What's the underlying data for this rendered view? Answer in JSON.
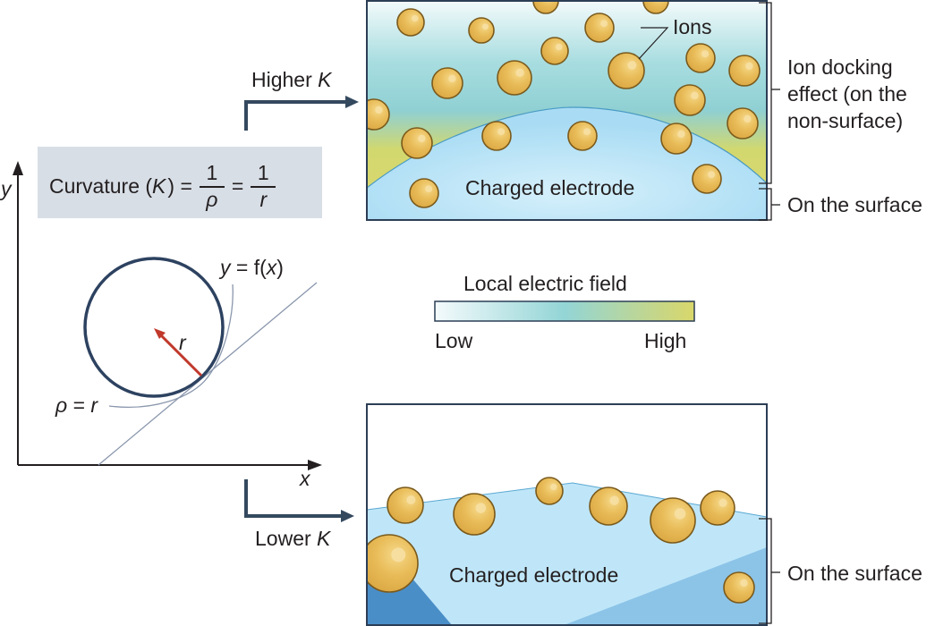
{
  "formula": {
    "prefix": "Curvature (",
    "symbol": "K",
    "suffix": ") =",
    "frac1": {
      "num": "1",
      "den": "ρ"
    },
    "equals": "=",
    "frac2": {
      "num": "1",
      "den": "r"
    }
  },
  "axes": {
    "x_label": "x",
    "y_label": "y"
  },
  "geometry": {
    "curve_label": "y = f(x)",
    "radius_label": "r",
    "rho_label": "ρ = r"
  },
  "arrows": {
    "higher": {
      "word": "Higher ",
      "symbol": "K"
    },
    "lower": {
      "word": "Lower ",
      "symbol": "K"
    }
  },
  "top_panel": {
    "ions_label": "Ions",
    "electrode_label": "Charged electrode",
    "bracket_docking": "Ion docking\neffect (on the\nnon-surface)",
    "bracket_docking_lines": [
      "Ion docking",
      "effect (on the",
      "non-surface)"
    ],
    "bracket_surface": "On the surface"
  },
  "legend": {
    "title": "Local electric field",
    "low": "Low",
    "high": "High",
    "colors": [
      "#f4fafc",
      "#93d5d6",
      "#d9d76a"
    ]
  },
  "bottom_panel": {
    "electrode_label": "Charged electrode",
    "bracket_surface": "On the surface"
  },
  "colors": {
    "ion_fill": "#e8bb57",
    "ion_stroke": "#7a5a1c",
    "electrode": "#b9e3f7",
    "frame": "#2c3e55",
    "radius_arrow": "#c0392b",
    "formula_bg": "#d8dee6"
  }
}
